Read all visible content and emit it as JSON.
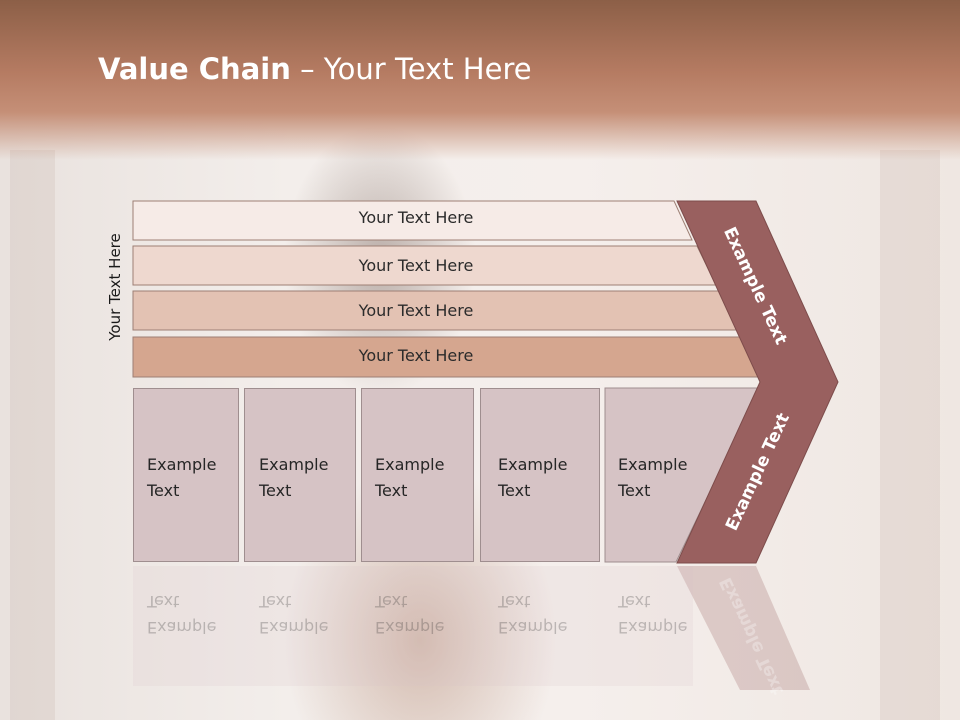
{
  "title": {
    "bold": "Value Chain",
    "rest": " – Your Text Here"
  },
  "side_label": "Your Text Here",
  "rows": [
    {
      "label": "Your Text Here",
      "color": "#f6ebe7"
    },
    {
      "label": "Your Text Here",
      "color": "#eed8cf"
    },
    {
      "label": "Your Text Here",
      "color": "#e3c2b3"
    },
    {
      "label": "Your Text Here",
      "color": "#d5a68f"
    }
  ],
  "cells": [
    {
      "text": "Example\nText"
    },
    {
      "text": "Example\nText"
    },
    {
      "text": "Example\nText"
    },
    {
      "text": "Example\nText"
    },
    {
      "text": "Example\nText"
    }
  ],
  "arrow": {
    "upper_text": "Example Text",
    "lower_text": "Example Text",
    "color": "#99605f"
  }
}
